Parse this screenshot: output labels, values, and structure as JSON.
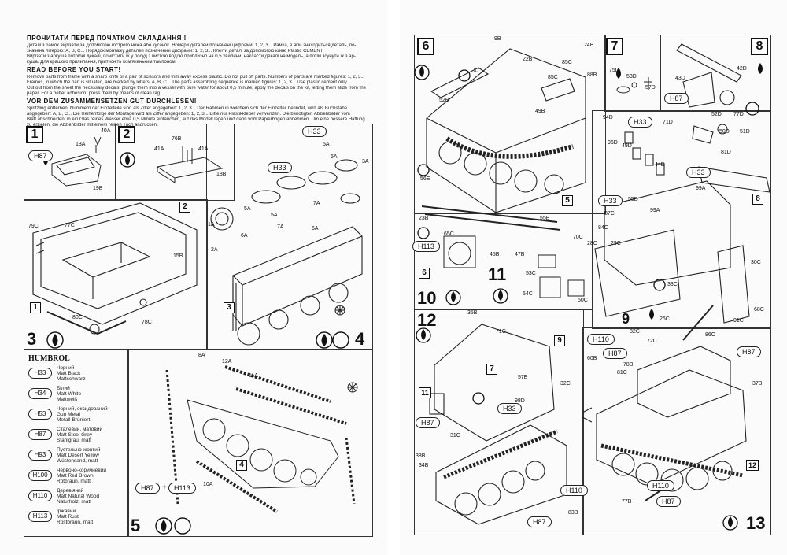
{
  "left_page": {
    "instructions": {
      "title_ua": "ПРОЧИТАТИ ПЕРЕД ПОЧАТКОМ СКЛАДАННЯ !",
      "ua_lines": [
        "Деталі з рамок вирізати за допомогою гострого ножа або кусачок. Номери деталей позначені цифрами: 1, 2, 3... Рамка, в якій знаходиться деталь, по-",
        "значена літерою: A, B, C... Порядок монтажу деталей позначений цифрами: 1, 2, 3... Клеїти деталі за допомогою клею Plastic CEMENT.",
        "Вирізати з аркуша потрібні декалі, помістити їх у посуд з чистою водою приблизно на 0,5 хвилини, накласти декалі на модель, а потім зсунути їх з ар-",
        "куша. Для кращого прилипання, притисніть їх м'якеньким тампоном."
      ],
      "title_en": "READ BEFORE YOU START!",
      "en_lines": [
        "Remove parts from frame with a sharp knife or a pair of scissors and trim away excess plastic. Do not pull off parts. Numbers of parts are marked figures: 1, 2, 3...",
        "Frames, in which the part is situated, are marked by letters: A, B, C... The parts assembling sequence is marked figures: 1, 2, 3... Use plastic cement only.",
        "Cut out from the sheet the necessary decals; plunge them into a vessel with pure water for about 0,5 minute; apply the decals on the kit, letting them slide from the",
        "paper. For a better adhesion, press them by means of clean rag."
      ],
      "title_de": "VOR DEM ZUSAMMENSETZEN GUT DURCHLESEN!",
      "de_lines": [
        "Spritzling entfernen: Nummern der Einzelteile sind als Ziffer angegeben: 1, 2, 3... Der Rahmen in welchem sich der Einzelteil befindet, wird als Buchstabe",
        "angegeben: A, B, C... Die Reihenfolge der Montage wird als Ziffer angegeben: 1, 2, 3... Bitte nur Plastikkleber verwenden. Die benötigten Abziehbilder vom",
        "Blatt abschneiden, in ein Glas reines Wasser etwa 0,5 Minute eintauchen, auf das Modell legen und dann vom Papierbogen abnehmen. Um eine bessere Haftung",
        "zu erzielen, die Abziehbilder mit einem reinen Tuch andrücken."
      ]
    },
    "steps": {
      "s1": "1",
      "s2": "2",
      "s3": "3",
      "s4": "4",
      "s5": "5"
    },
    "step1_labels": {
      "paint": "H87",
      "p13a": "13A",
      "p40a": "40A",
      "p19b": "19B"
    },
    "step2_labels": {
      "p76b": "76B",
      "p41a_1": "41A",
      "p41a_2": "41A",
      "p18b": "18B"
    },
    "step3_labels": {
      "p79c": "79C",
      "p77c": "77C",
      "p15b": "15B",
      "p80c": "80C",
      "p78c": "78C",
      "sub": "1",
      "sub2": "2"
    },
    "step4_labels": {
      "h33a": "H33",
      "h33b": "H33",
      "p5a_1": "5A",
      "p5a_2": "5A",
      "p5a_3": "5A",
      "p3a": "3A",
      "p7a": "7A",
      "p6a": "6A",
      "p1a": "1A",
      "p2a": "2A",
      "p5a_4": "5A",
      "p7a_2": "7A",
      "p6a_2": "6A",
      "sub": "3"
    },
    "step5_labels": {
      "p8a": "8A",
      "p12a": "12A",
      "p11a": "11A",
      "p10a": "10A",
      "h87": "H87",
      "plus": "+",
      "h113": "H113",
      "sub": "4"
    },
    "humbrol": {
      "title": "HUMBROL",
      "colors": [
        {
          "code": "H33",
          "name_ua": "Чорний",
          "name_en": "Matt Black",
          "name_de": "Mattschwarz"
        },
        {
          "code": "H34",
          "name_ua": "Білий",
          "name_en": "Matt White",
          "name_de": "Mattweiß"
        },
        {
          "code": "H53",
          "name_ua": "Чорний, оксидований",
          "name_en": "Gun Metal",
          "name_de": "Metall-Brüniert"
        },
        {
          "code": "H87",
          "name_ua": "Сталевий, матовий",
          "name_en": "Matt Steel Grey",
          "name_de": "Stahlgrau, matt"
        },
        {
          "code": "H93",
          "name_ua": "Пустельно-жовтий",
          "name_en": "Matt Desert Yellow",
          "name_de": "Wüstensand, matt"
        },
        {
          "code": "H100",
          "name_ua": "Червоно-коричневий",
          "name_en": "Matt Red Brown",
          "name_de": "Rotbraun, matt"
        },
        {
          "code": "H110",
          "name_ua": "Дерев'яний",
          "name_en": "Matt Natural Wood",
          "name_de": "Naturholz, matt"
        },
        {
          "code": "H113",
          "name_ua": "Іржавий",
          "name_en": "Matt Rust",
          "name_de": "Rostbraun, matt"
        }
      ]
    }
  },
  "right_page": {
    "steps": {
      "s6": "6",
      "s7": "7",
      "s8": "8",
      "s9": "9",
      "s10": "10",
      "s11": "11",
      "s12": "12",
      "s13": "13"
    },
    "step6_labels": {
      "p9b": "9B",
      "p22b": "22B",
      "x7": "x7",
      "p24b": "24B",
      "p85c_1": "85C",
      "p85c_2": "85C",
      "p88b": "88B",
      "p52b": "52B",
      "p49b": "49B",
      "sub": "5"
    },
    "step7_labels": {
      "p75d": "75D",
      "p53d": "53D",
      "p57d": "57D"
    },
    "step8_labels": {
      "p43d": "43D",
      "p42d": "42D",
      "h87": "H87",
      "p71d": "71D",
      "p52d": "52D",
      "p77d": "77D",
      "p50d": "50D",
      "p51d": "51D",
      "p81d": "81D",
      "p94d": "94D",
      "p96d": "96D",
      "p49d": "49D",
      "p44d": "44D",
      "h33": "H33",
      "p99a": "99A",
      "sub": "8",
      "h33b": "H33"
    },
    "step9_labels": {
      "h33": "H33",
      "p87c": "87C",
      "p84c": "84C",
      "p99a": "99A",
      "p28c": "28C",
      "p29c": "29C",
      "p30c": "30C",
      "p33c": "33C",
      "p26c": "26C",
      "p91c": "91C",
      "p68c": "68C",
      "p55d": "55D",
      "sub": "9"
    },
    "step10_labels": {
      "p23b": "23B",
      "p65c": "65C",
      "h113": "H113",
      "p55e": "55E",
      "p56e": "56E",
      "p45b": "45B",
      "p47b": "47B",
      "p70c": "70C",
      "p53c": "53C",
      "p54c": "54C",
      "p50c": "50C",
      "sub": "6"
    },
    "step12_labels": {
      "p35b": "35B",
      "p71c": "71C",
      "p57e": "57E",
      "p32c": "32C",
      "p98d": "98D",
      "h33": "H33",
      "h87": "H87",
      "p31c": "31C",
      "p38b": "38B",
      "p34b": "34B",
      "h110": "H110",
      "h87b": "H87",
      "p83b": "83B",
      "sub": "11",
      "sub2": "7"
    },
    "step13_labels": {
      "p82c": "82C",
      "h110": "H110",
      "p72c": "72C",
      "p60b": "60B",
      "p78b": "78B",
      "p81c": "81C",
      "h87": "H87",
      "p86c": "86C",
      "h87b": "H87",
      "p37b": "37B",
      "h110b": "H110",
      "h87c": "H87",
      "p77b": "77B",
      "sub": "12"
    }
  }
}
